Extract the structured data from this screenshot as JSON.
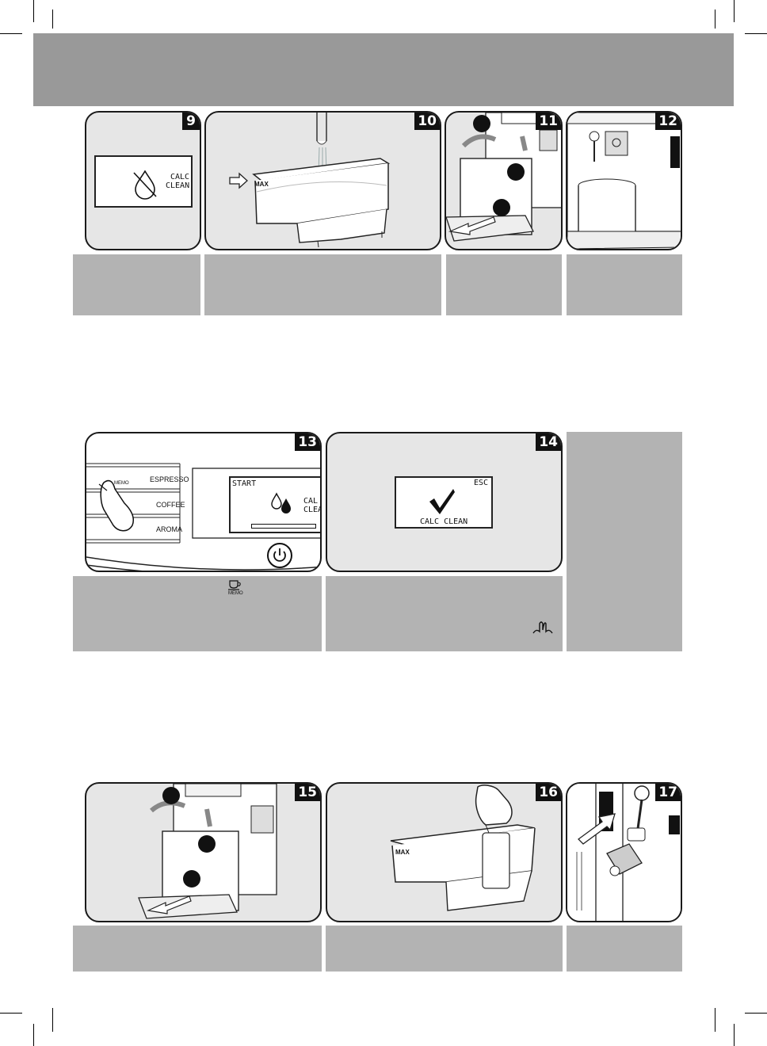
{
  "steps": [
    {
      "number": "9"
    },
    {
      "number": "10"
    },
    {
      "number": "11"
    },
    {
      "number": "12"
    },
    {
      "number": "13"
    },
    {
      "number": "14"
    },
    {
      "number": "15"
    },
    {
      "number": "16"
    },
    {
      "number": "17"
    }
  ],
  "step9": {
    "display_line1": "CALC",
    "display_line2": "CLEAN"
  },
  "step10": {
    "max_label": "MAX"
  },
  "step13": {
    "buttons": [
      "ESPRESSO",
      "COFFEE",
      "AROMA"
    ],
    "memo_label": "MEMO",
    "display_start": "START",
    "display_line1": "CAL",
    "display_line2": "CLEA"
  },
  "step14": {
    "display_esc": "ESC",
    "display_bottom": "CALC CLEAN"
  },
  "caption13": {
    "memo_label": "MEMO"
  },
  "step16": {
    "max_label": "MAX"
  },
  "colors": {
    "header": "#999999",
    "caption": "#b3b3b3",
    "panel": "#e6e6e6"
  }
}
